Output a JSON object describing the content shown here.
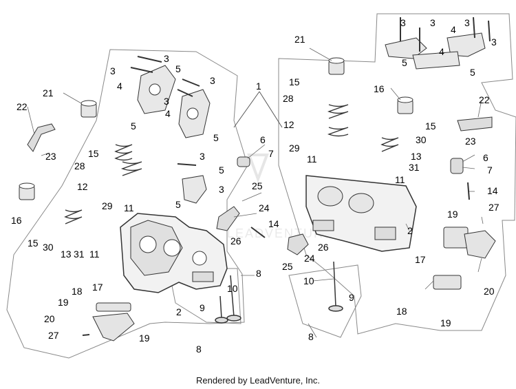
{
  "footer": "Rendered by LeadVenture, Inc.",
  "watermark": "LEADVENTURE",
  "callouts": {
    "left_cover": [
      "21",
      "22",
      "23",
      "16"
    ],
    "left_head_upper": [
      "3",
      "3",
      "4",
      "5",
      "3",
      "3",
      "4",
      "5",
      "5",
      "3",
      "5",
      "3",
      "5"
    ],
    "left_valves": [
      "15",
      "28",
      "12",
      "29",
      "11",
      "15",
      "30",
      "13",
      "31",
      "11"
    ],
    "left_bottom": [
      "18",
      "17",
      "19",
      "20",
      "27",
      "19",
      "2",
      "8",
      "9",
      "10",
      "8"
    ],
    "center": [
      "1",
      "6",
      "7",
      "25",
      "24",
      "14",
      "26"
    ],
    "right_top": [
      "3",
      "3",
      "3",
      "3",
      "4",
      "4",
      "5",
      "5"
    ],
    "right_valves": [
      "21",
      "15",
      "28",
      "16",
      "12",
      "29",
      "11",
      "15",
      "30",
      "13",
      "31",
      "11"
    ],
    "right_head": [
      "2",
      "26",
      "24",
      "25",
      "10",
      "9",
      "8"
    ],
    "right_side": [
      "22",
      "23",
      "6",
      "7",
      "14",
      "27",
      "19",
      "17",
      "20",
      "18",
      "19"
    ]
  }
}
